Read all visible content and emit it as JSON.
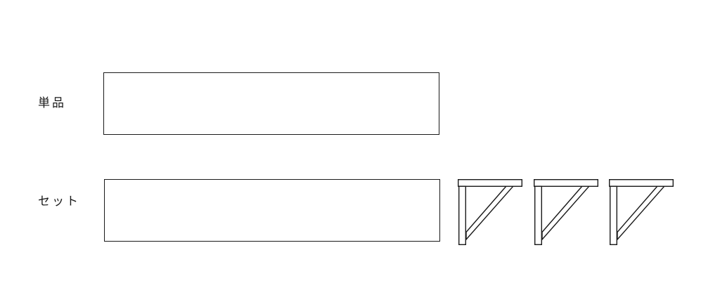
{
  "rows": {
    "single": {
      "label": "単品"
    },
    "set": {
      "label": "セット"
    }
  },
  "colors": {
    "line": "#1a1a1a",
    "background": "#ffffff"
  },
  "set_items": {
    "bracket_count": 3
  }
}
